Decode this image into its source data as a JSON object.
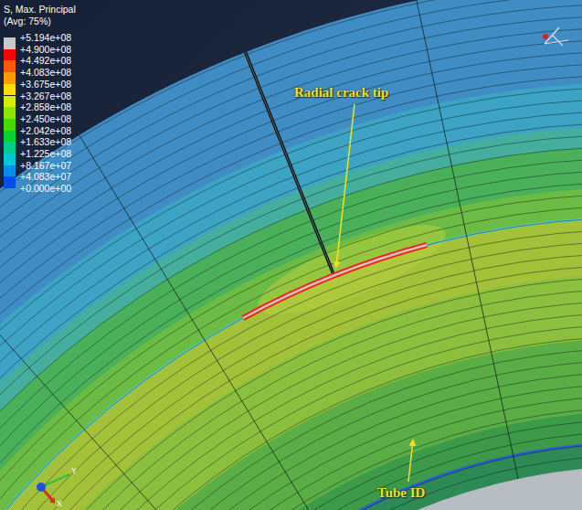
{
  "diagram": {
    "labels": [
      "S, Max. Principal",
      "(Avg: 75%)",
      "+0.000e+00",
      "Radial crack tip",
      "Tube ID",
      "Y",
      "X"
    ],
    "legend": [
      {
        "text": "+5.194e+08",
        "color": "#c8c8c8"
      },
      {
        "text": "+4.900e+08",
        "color": "#ff0000"
      },
      {
        "text": "+4.492e+08",
        "color": "#ff5a00"
      },
      {
        "text": "+4.083e+08",
        "color": "#ff9c00"
      },
      {
        "text": "+3.675e+08",
        "color": "#ffdd00"
      },
      {
        "text": "+3.267e+08",
        "color": "#d6ef00"
      },
      {
        "text": "+2.858e+08",
        "color": "#8ee600"
      },
      {
        "text": "+2.450e+08",
        "color": "#46dc00"
      },
      {
        "text": "+2.042e+08",
        "color": "#00d431"
      },
      {
        "text": "+1.633e+08",
        "color": "#00cf8a"
      },
      {
        "text": "+1.225e+08",
        "color": "#00c8d6"
      },
      {
        "text": "+8.167e+07",
        "color": "#0091e6"
      },
      {
        "text": "+4.083e+07",
        "color": "#004ef0"
      }
    ]
  }
}
